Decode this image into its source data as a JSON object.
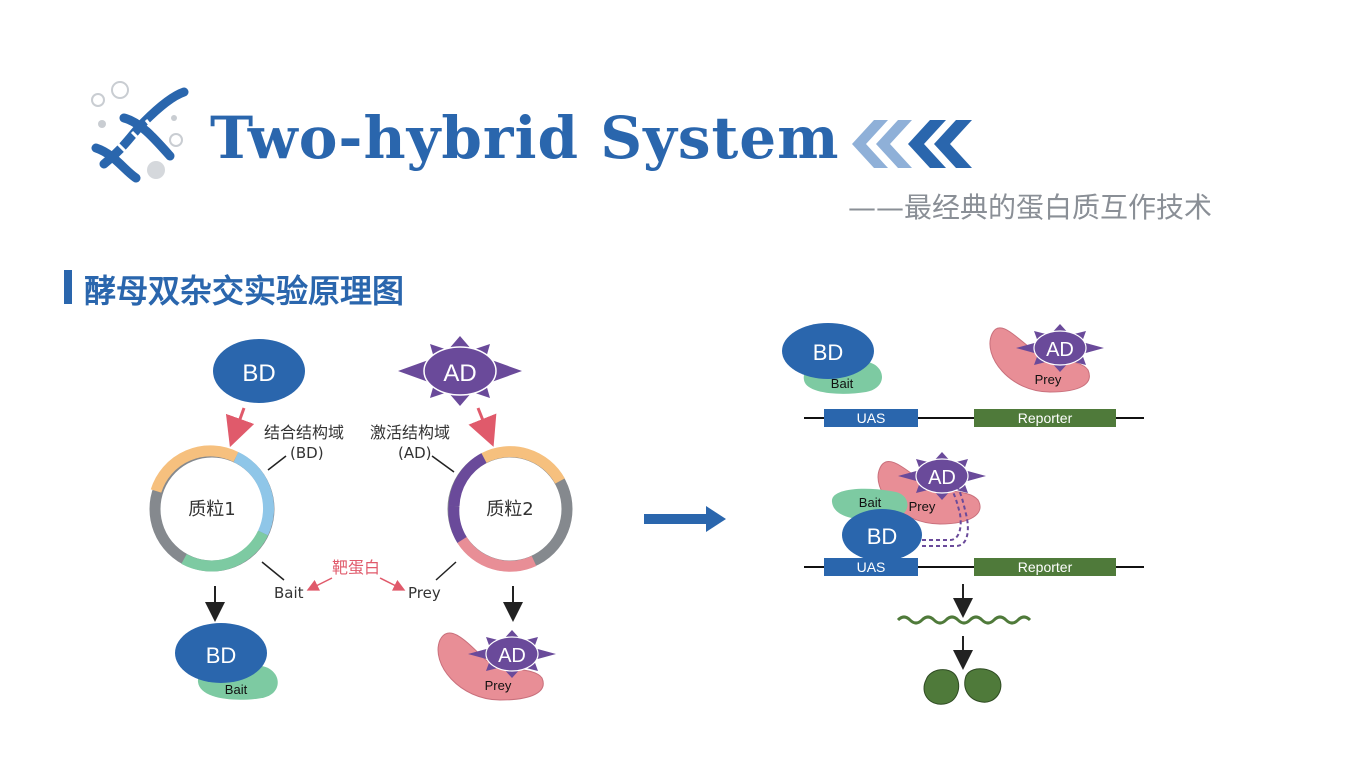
{
  "header": {
    "title": "Two-hybrid System",
    "subtitle": "——最经典的蛋白质互作技术",
    "section_title": "酵母双杂交实验原理图"
  },
  "diagram": {
    "bd": "BD",
    "ad": "AD",
    "bait": "Bait",
    "prey": "Prey",
    "plasmid1": "质粒1",
    "plasmid2": "质粒2",
    "bd_domain_label": "结合结构域",
    "bd_domain_abbr": "(BD)",
    "ad_domain_label": "激活结构域",
    "ad_domain_abbr": "(AD)",
    "target_protein": "靶蛋白",
    "uas": "UAS",
    "reporter": "Reporter"
  },
  "colors": {
    "blue": "#2a66ad",
    "purple": "#6a4a9a",
    "bait_green": "#7dcaa2",
    "prey_pink": "#e88e96",
    "reporter_green": "#4f7a3a",
    "red_arrow": "#e05a6b"
  }
}
